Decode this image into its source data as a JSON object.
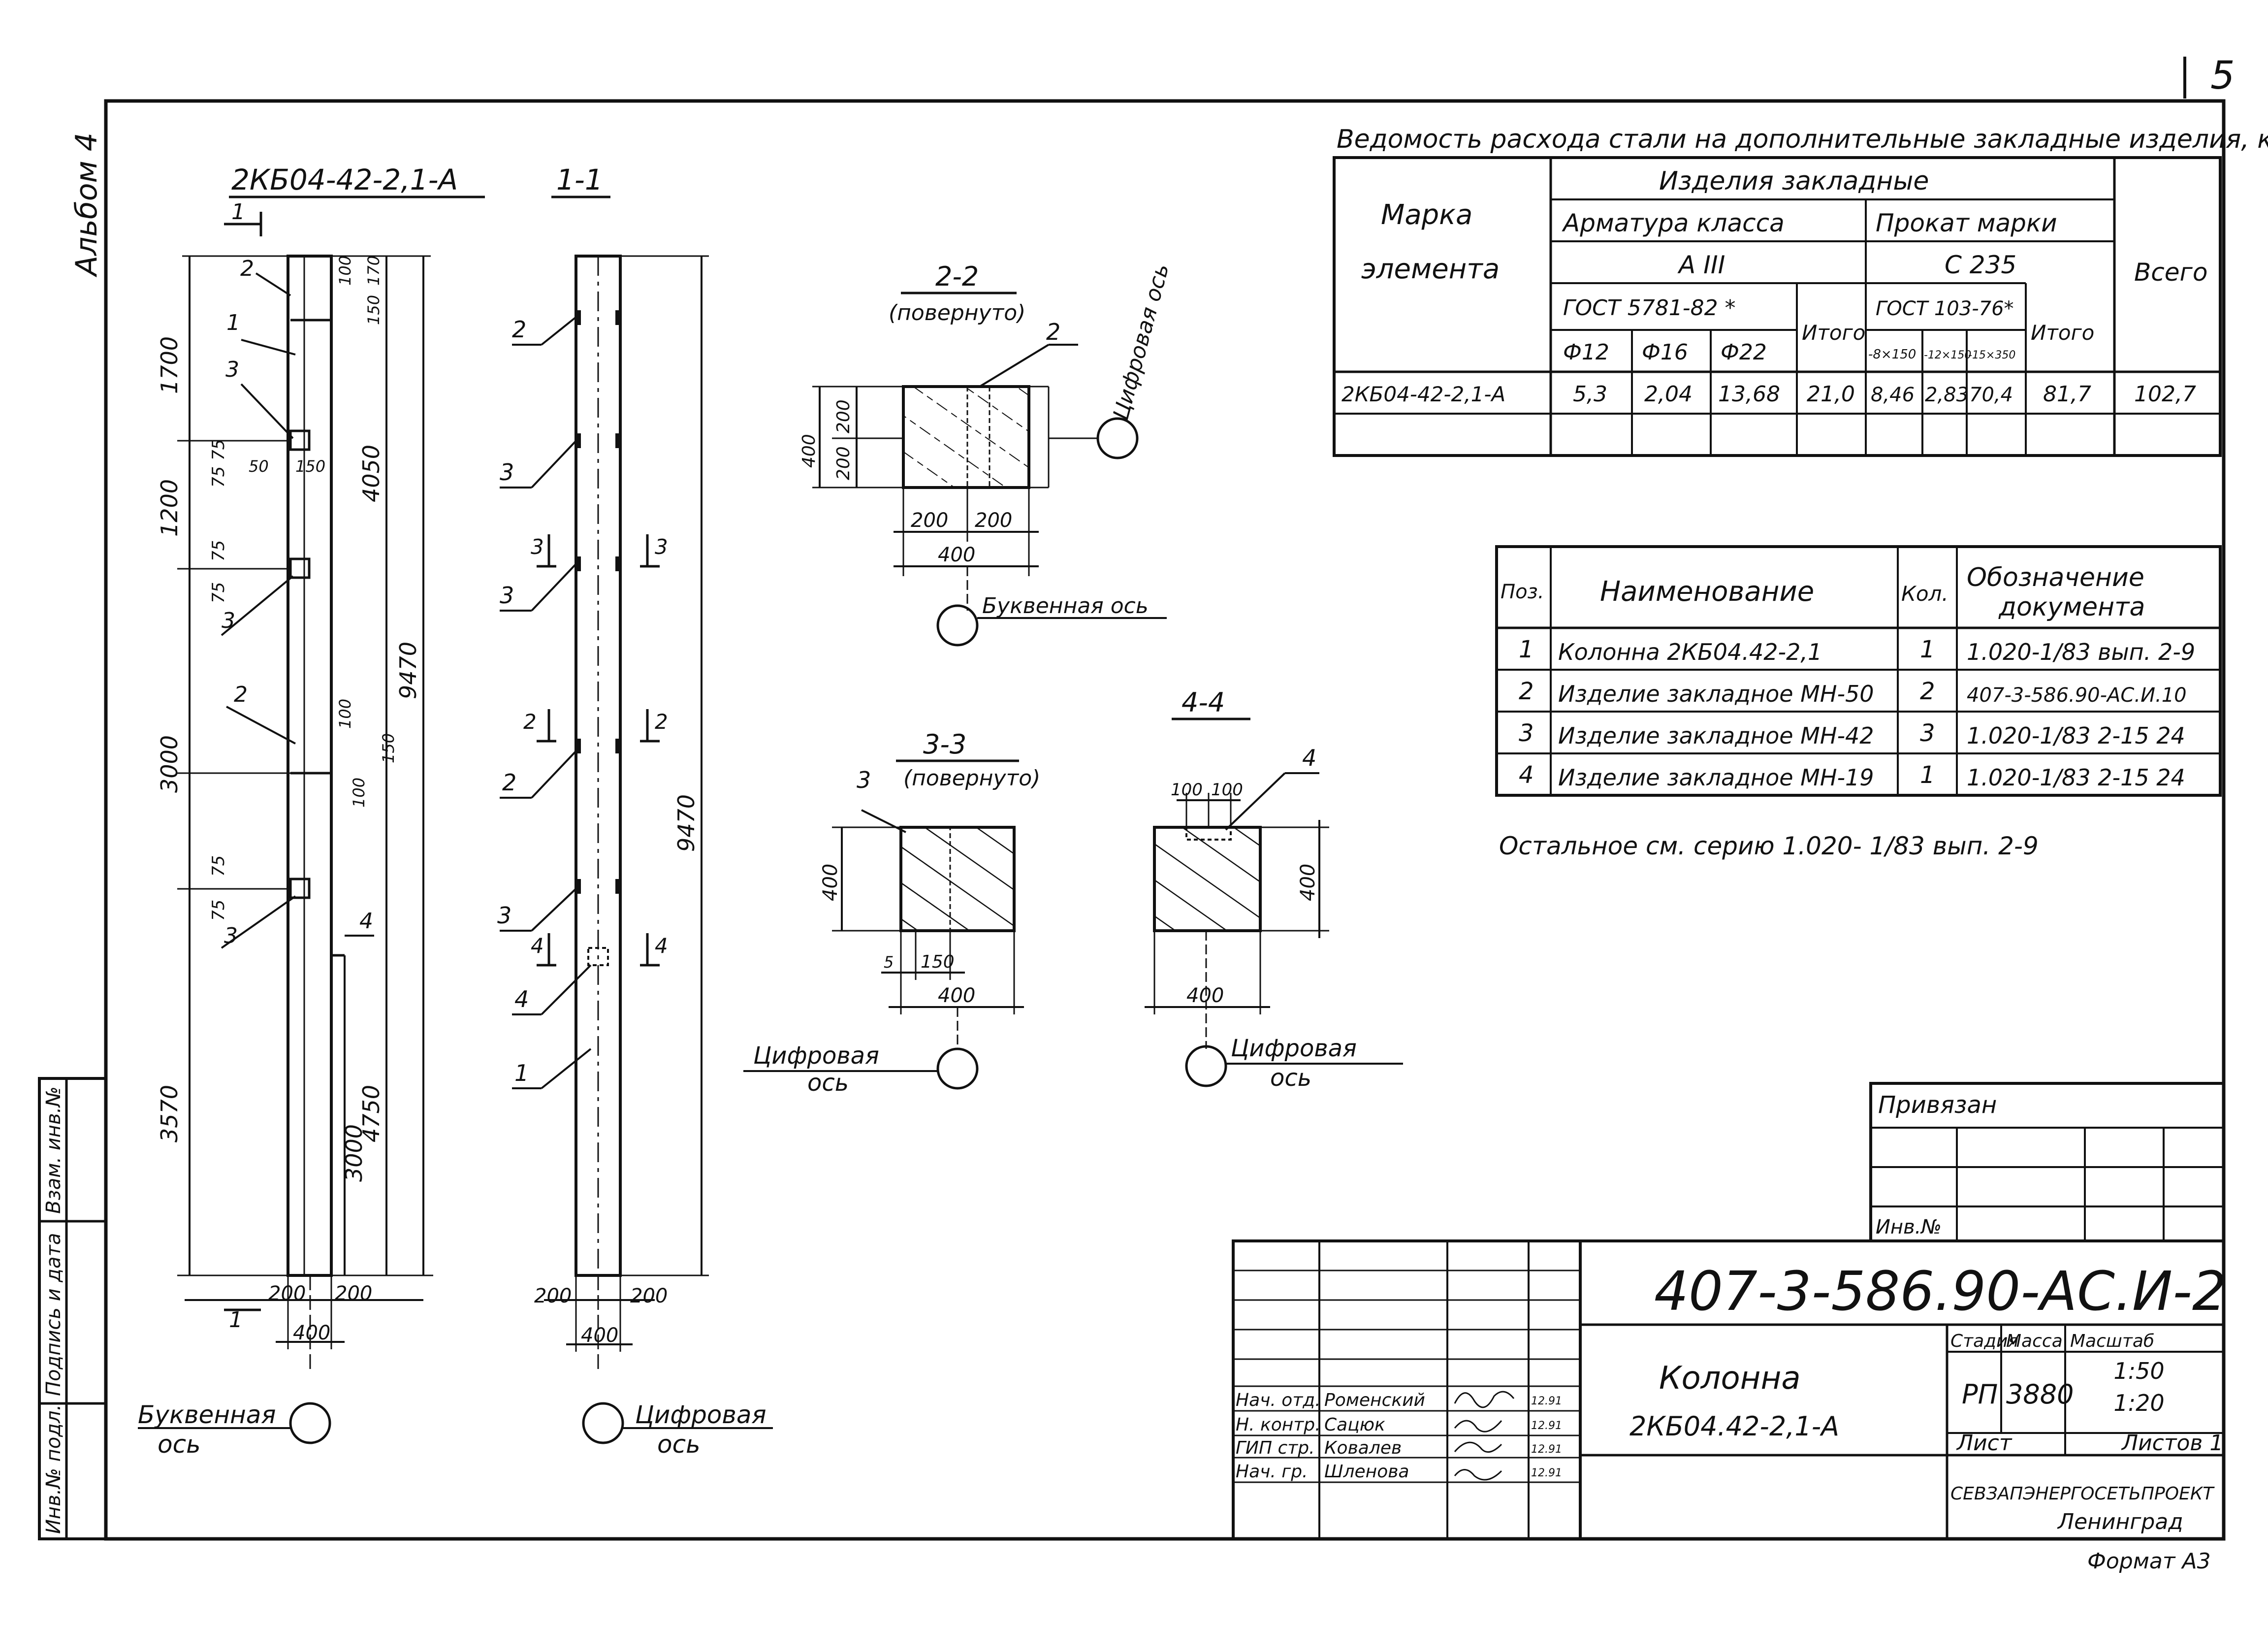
{
  "sheet_number": "5",
  "album_label": "Альбом 4",
  "column_view": {
    "title": "2КБ04-42-2,1-А",
    "dims_left": [
      "1700",
      "1200",
      "3000",
      "3570"
    ],
    "dims_small_left": [
      "75",
      "75",
      "75",
      "75",
      "75",
      "75"
    ],
    "dims_right_inner": [
      "4050",
      "4750",
      "3000"
    ],
    "dim_total": "9470",
    "dims_top": [
      "100",
      "170",
      "150",
      "100",
      "150",
      "100",
      "50",
      "150"
    ],
    "dims_bottom": [
      "200",
      "200",
      "400"
    ],
    "item_labels": [
      "1",
      "2",
      "3",
      "2",
      "3",
      "3",
      "4"
    ],
    "axis_label": "Буквенная ось"
  },
  "section_1_1": {
    "title": "1-1",
    "dim_total": "9470",
    "dims_bottom": [
      "200",
      "200",
      "400"
    ],
    "cuts": [
      "3",
      "3",
      "2",
      "2",
      "4",
      "4"
    ],
    "item_labels": [
      "2",
      "3",
      "3",
      "2",
      "3",
      "4",
      "1"
    ],
    "axis_label": "Цифровая ось"
  },
  "section_2_2": {
    "title": "2-2",
    "subtitle": "(повернуто)",
    "item_label": "2",
    "dims": [
      "400",
      "200",
      "200",
      "200",
      "200",
      "400"
    ],
    "axis_top": "Цифровая ось",
    "axis_bottom": "Буквенная ось"
  },
  "section_3_3": {
    "title": "3-3",
    "subtitle": "(повернуто)",
    "item_label": "3",
    "dims": [
      "400",
      "5",
      "150",
      "400"
    ],
    "axis_label": "Цифровая ось"
  },
  "section_4_4": {
    "title": "4-4",
    "item_label": "4",
    "dims": [
      "100",
      "100",
      "400",
      "400"
    ],
    "axis_label": "Цифровая ось"
  },
  "steel_table": {
    "caption": "Ведомость расхода стали на дополнительные закладные изделия, кг",
    "h_mark": "Марка элемента",
    "h_embedded": "Изделия закладные",
    "h_rebar": "Арматура класса",
    "h_rebar_class": "А III",
    "h_rebar_gost": "ГОСТ 5781-82 *",
    "h_rolled": "Прокат марки",
    "h_rolled_grade": "С 235",
    "h_rolled_gost": "ГОСТ 103-76*",
    "h_total1": "Итого",
    "h_total2": "Итого",
    "h_all": "Всего",
    "h_rebar_cols": [
      "Ф12",
      "Ф16",
      "Ф22"
    ],
    "h_rolled_cols": [
      "-8×150",
      "-12×150",
      "-15×350"
    ],
    "row": [
      "2КБ04-42-2,1-А",
      "5,3",
      "2,04",
      "13,68",
      "21,0",
      "8,46",
      "2,83",
      "70,4",
      "81,7",
      "102,7"
    ]
  },
  "spec_table": {
    "headers": [
      "Поз.",
      "Наименование",
      "Кол.",
      "Обозначение документа"
    ],
    "rows": [
      [
        "1",
        "Колонна 2КБ04.42-2,1",
        "1",
        "1.020-1/83 вып. 2-9"
      ],
      [
        "2",
        "Изделие закладное МН-50",
        "2",
        "407-3-586.90-АС.И.10"
      ],
      [
        "3",
        "Изделие закладное МН-42",
        "3",
        "1.020-1/83 2-15 24"
      ],
      [
        "4",
        "Изделие закладное МН-19",
        "1",
        "1.020-1/83 2-15 24"
      ]
    ],
    "note": "Остальное см. серию 1.020- 1/83 вып. 2-9"
  },
  "binding": {
    "title": "Привязан",
    "inv": "Инв.№"
  },
  "side_stamp": [
    "Взам. инв.№",
    "Подпись и дата",
    "Инв.№ подл."
  ],
  "title_block": {
    "code": "407-3-586.90-АС.И-2",
    "name": "Колонна",
    "mark": "2КБ04.42-2,1-А",
    "stage_h": "Стадия",
    "mass_h": "Масса",
    "scale_h": "Масштаб",
    "stage": "РП",
    "mass": "3880",
    "scale": "1:50 1:20",
    "sheet_h": "Лист",
    "sheets_h": "Листов 1",
    "org": "СЕВЗАПЭНЕРГОСЕТЬПРОЕКТ",
    "city": "Ленинград",
    "format": "Формат А3",
    "signatures": [
      [
        "Нач. отд.",
        "Роменский",
        "12.91"
      ],
      [
        "Н. контр.",
        "Сацюк",
        "12.91"
      ],
      [
        "ГИП стр.",
        "Ковалев",
        "12.91"
      ],
      [
        "Нач. гр.",
        "Шленова",
        "12.91"
      ]
    ]
  }
}
